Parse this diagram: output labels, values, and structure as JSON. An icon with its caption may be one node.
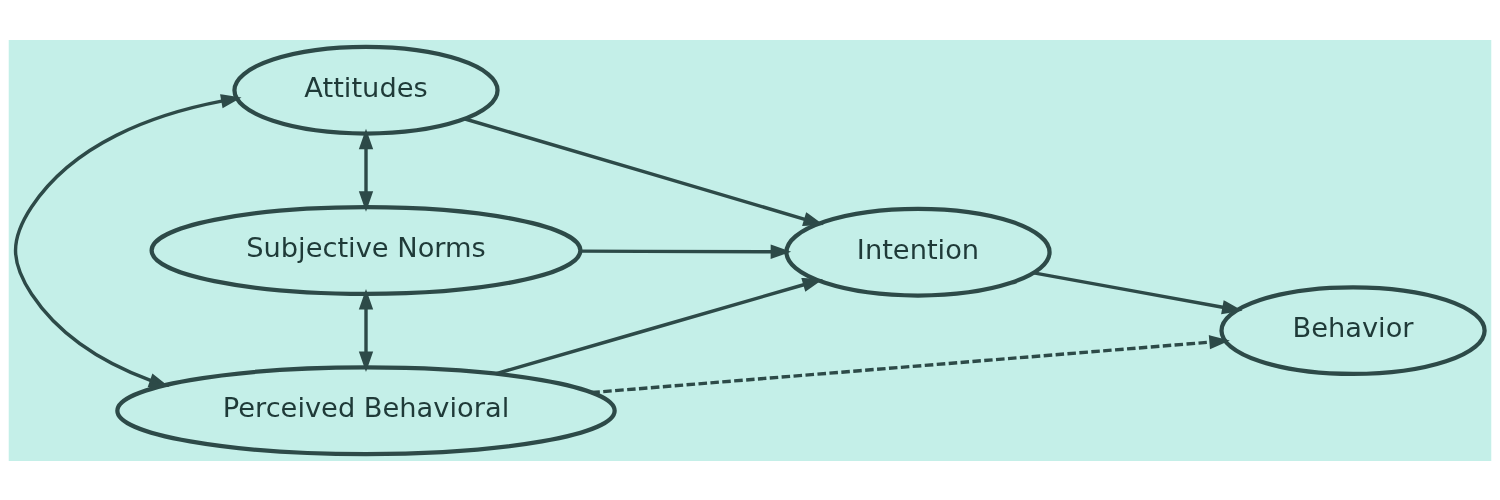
{
  "diagram": {
    "nodes": [
      {
        "text": [
          "Attitudes"
        ]
      },
      {
        "text": [
          "Subjective Norms"
        ]
      },
      {
        "text": [
          "Perceived Behavioral"
        ]
      },
      {
        "text": [
          "Intention"
        ]
      },
      {
        "text": [
          "Behavior"
        ]
      }
    ],
    "edges": [
      {
        "from": 0,
        "to": 1,
        "arrow": "both"
      },
      {
        "from": 1,
        "to": 2,
        "arrow": "both"
      },
      {
        "from": 0,
        "to": 2,
        "arrow": "both"
      },
      {
        "from": 0,
        "to": 3,
        "arrow": "to"
      },
      {
        "from": 1,
        "to": 3,
        "arrow": "to"
      },
      {
        "from": 2,
        "to": 3,
        "arrow": "to"
      },
      {
        "from": 3,
        "to": 4,
        "arrow": "to"
      },
      {
        "from": 2,
        "to": 4,
        "arrow": "to",
        "style": "dashed"
      }
    ]
  }
}
